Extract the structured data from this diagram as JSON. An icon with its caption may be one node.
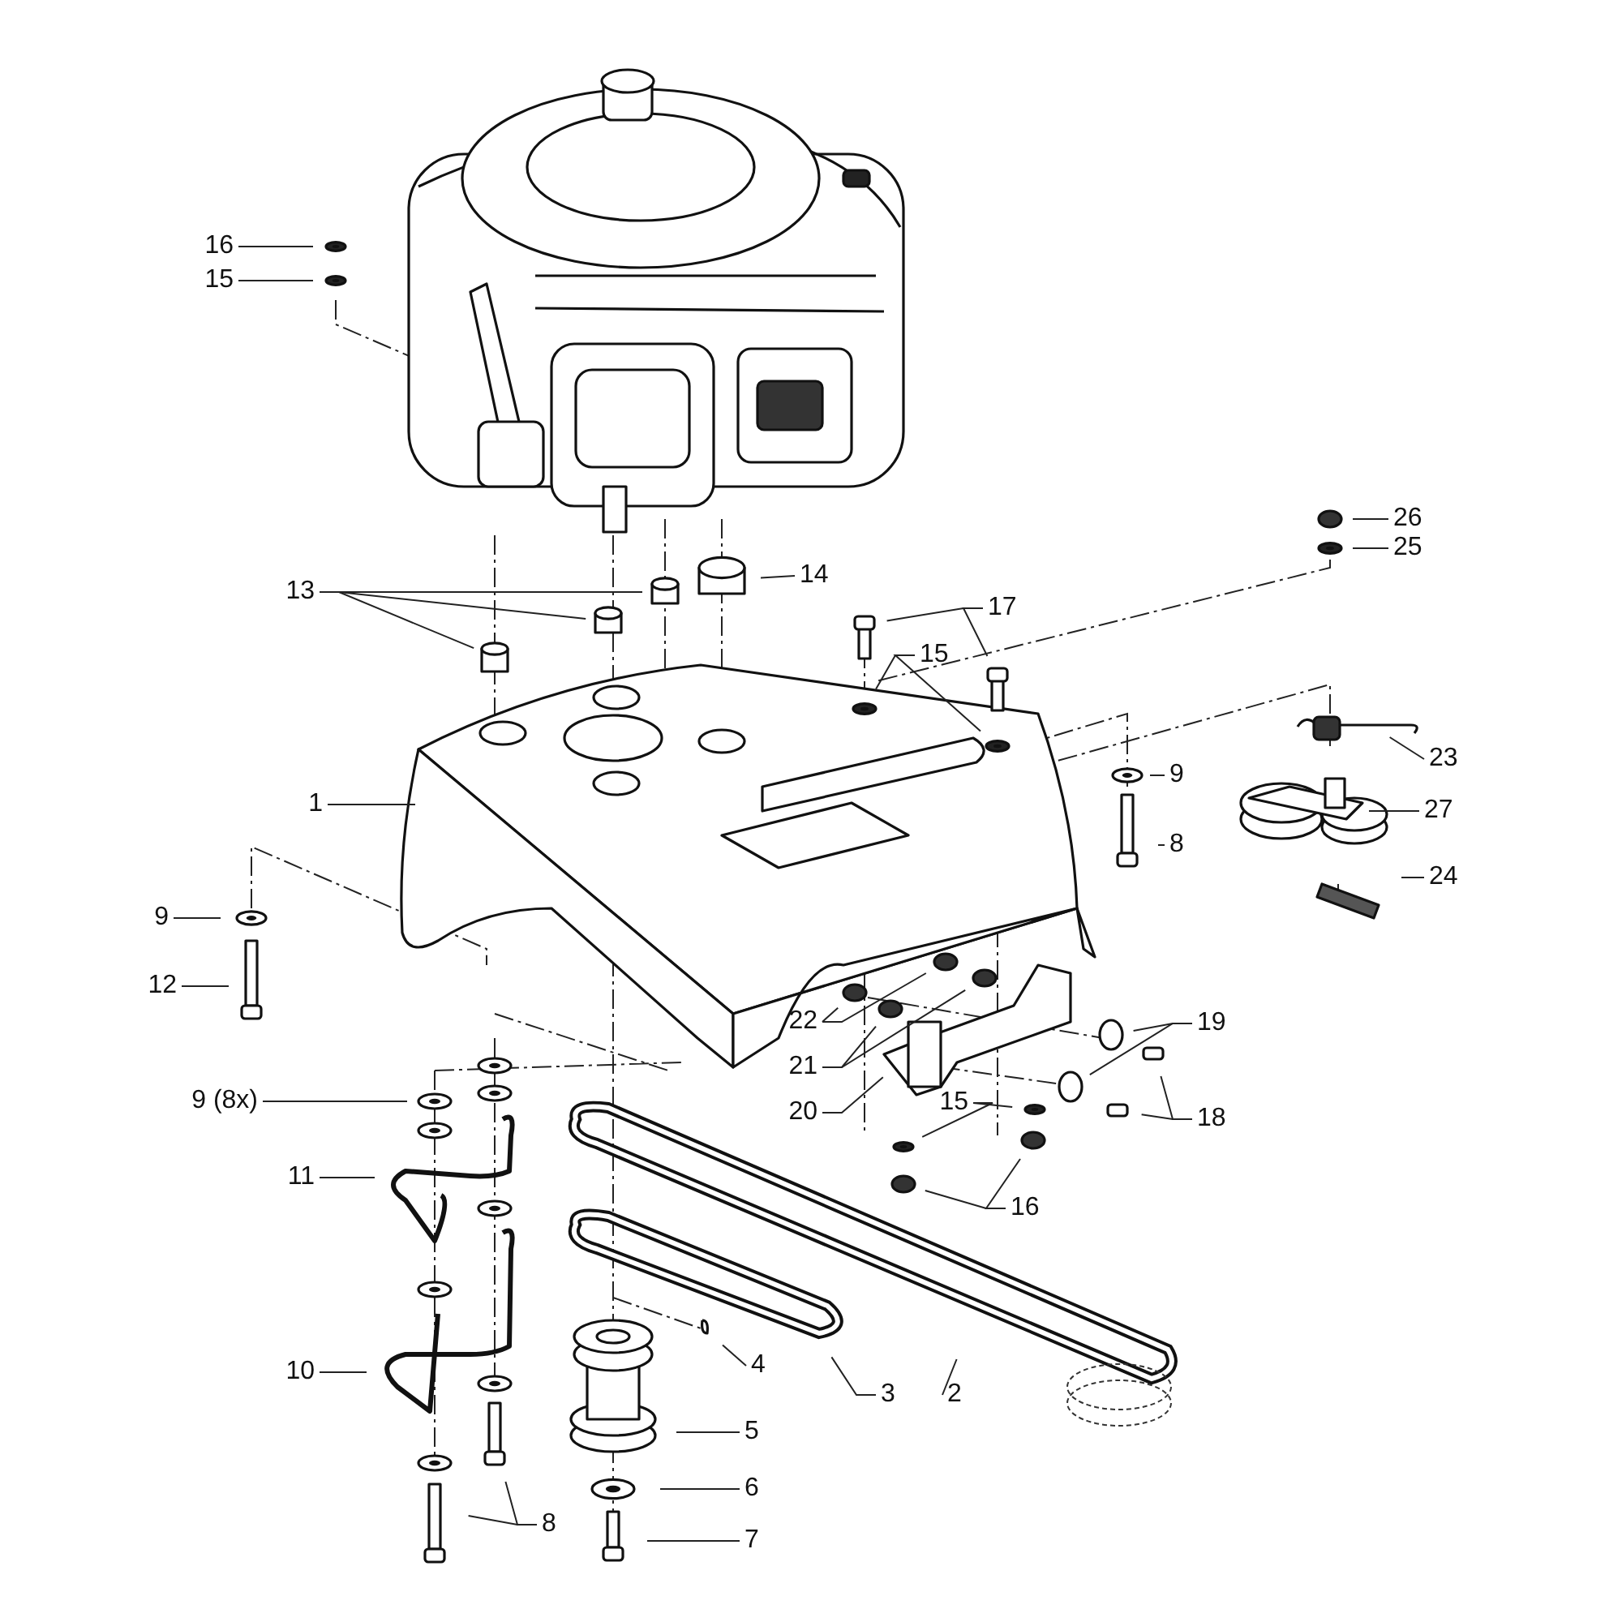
{
  "diagram": {
    "nodes": [
      {
        "text": [
          "16"
        ]
      },
      {
        "text": [
          "15"
        ]
      },
      {
        "text": [
          "13"
        ]
      },
      {
        "text": [
          "14"
        ]
      },
      {
        "text": [
          "26"
        ]
      },
      {
        "text": [
          "25"
        ]
      },
      {
        "text": [
          "17"
        ]
      },
      {
        "text": [
          "15"
        ]
      },
      {
        "text": [
          "9"
        ]
      },
      {
        "text": [
          "1"
        ]
      },
      {
        "text": [
          "23"
        ]
      },
      {
        "text": [
          "27"
        ]
      },
      {
        "text": [
          "8"
        ]
      },
      {
        "text": [
          "24"
        ]
      },
      {
        "text": [
          "9"
        ]
      },
      {
        "text": [
          "12"
        ]
      },
      {
        "text": [
          "22"
        ]
      },
      {
        "text": [
          "21"
        ]
      },
      {
        "text": [
          "20"
        ]
      },
      {
        "text": [
          "19"
        ]
      },
      {
        "text": [
          "18"
        ]
      },
      {
        "text": [
          "15"
        ]
      },
      {
        "text": [
          "16"
        ]
      },
      {
        "text": [
          "9 (8x)"
        ]
      },
      {
        "text": [
          "11"
        ]
      },
      {
        "text": [
          "4"
        ]
      },
      {
        "text": [
          "3"
        ]
      },
      {
        "text": [
          "2"
        ]
      },
      {
        "text": [
          "10"
        ]
      },
      {
        "text": [
          "5"
        ]
      },
      {
        "text": [
          "6"
        ]
      },
      {
        "text": [
          "8"
        ]
      },
      {
        "text": [
          "7"
        ]
      }
    ],
    "edges": [
      {
        "from": 0,
        "to": null,
        "arrow": "none"
      },
      {
        "from": 1,
        "to": null,
        "arrow": "none"
      },
      {
        "from": 2,
        "to": null,
        "arrow": "none"
      },
      {
        "from": 2,
        "to": null,
        "arrow": "none"
      },
      {
        "from": 2,
        "to": null,
        "arrow": "none"
      },
      {
        "from": 3,
        "to": null,
        "arrow": "none"
      },
      {
        "from": 4,
        "to": null,
        "arrow": "none"
      },
      {
        "from": 5,
        "to": null,
        "arrow": "none"
      },
      {
        "from": 6,
        "to": null,
        "arrow": "none"
      },
      {
        "from": 6,
        "to": null,
        "arrow": "none"
      },
      {
        "from": 7,
        "to": null,
        "arrow": "none"
      },
      {
        "from": 7,
        "to": null,
        "arrow": "none"
      },
      {
        "from": 8,
        "to": null,
        "arrow": "none"
      },
      {
        "from": 9,
        "to": null,
        "arrow": "none"
      },
      {
        "from": 10,
        "to": null,
        "arrow": "none"
      },
      {
        "from": 11,
        "to": null,
        "arrow": "none"
      },
      {
        "from": 12,
        "to": null,
        "arrow": "none"
      },
      {
        "from": 13,
        "to": null,
        "arrow": "none"
      },
      {
        "from": 14,
        "to": null,
        "arrow": "none"
      },
      {
        "from": 15,
        "to": null,
        "arrow": "none"
      },
      {
        "from": 16,
        "to": null,
        "arrow": "none"
      },
      {
        "from": 16,
        "to": null,
        "arrow": "none"
      },
      {
        "from": 17,
        "to": null,
        "arrow": "none"
      },
      {
        "from": 17,
        "to": null,
        "arrow": "none"
      },
      {
        "from": 18,
        "to": null,
        "arrow": "none"
      },
      {
        "from": 19,
        "to": null,
        "arrow": "none"
      },
      {
        "from": 19,
        "to": null,
        "arrow": "none"
      },
      {
        "from": 20,
        "to": null,
        "arrow": "none"
      },
      {
        "from": 20,
        "to": null,
        "arrow": "none"
      },
      {
        "from": 21,
        "to": null,
        "arrow": "none"
      },
      {
        "from": 21,
        "to": null,
        "arrow": "none"
      },
      {
        "from": 22,
        "to": null,
        "arrow": "none"
      },
      {
        "from": 22,
        "to": null,
        "arrow": "none"
      },
      {
        "from": 23,
        "to": null,
        "arrow": "none"
      },
      {
        "from": 24,
        "to": null,
        "arrow": "none"
      },
      {
        "from": 25,
        "to": null,
        "arrow": "none"
      },
      {
        "from": 26,
        "to": null,
        "arrow": "none"
      },
      {
        "from": 27,
        "to": null,
        "arrow": "none"
      },
      {
        "from": 28,
        "to": null,
        "arrow": "none"
      },
      {
        "from": 29,
        "to": null,
        "arrow": "none"
      },
      {
        "from": 30,
        "to": null,
        "arrow": "none"
      },
      {
        "from": 31,
        "to": null,
        "arrow": "none"
      },
      {
        "from": 31,
        "to": null,
        "arrow": "none"
      },
      {
        "from": 32,
        "to": null,
        "arrow": "none"
      }
    ]
  }
}
